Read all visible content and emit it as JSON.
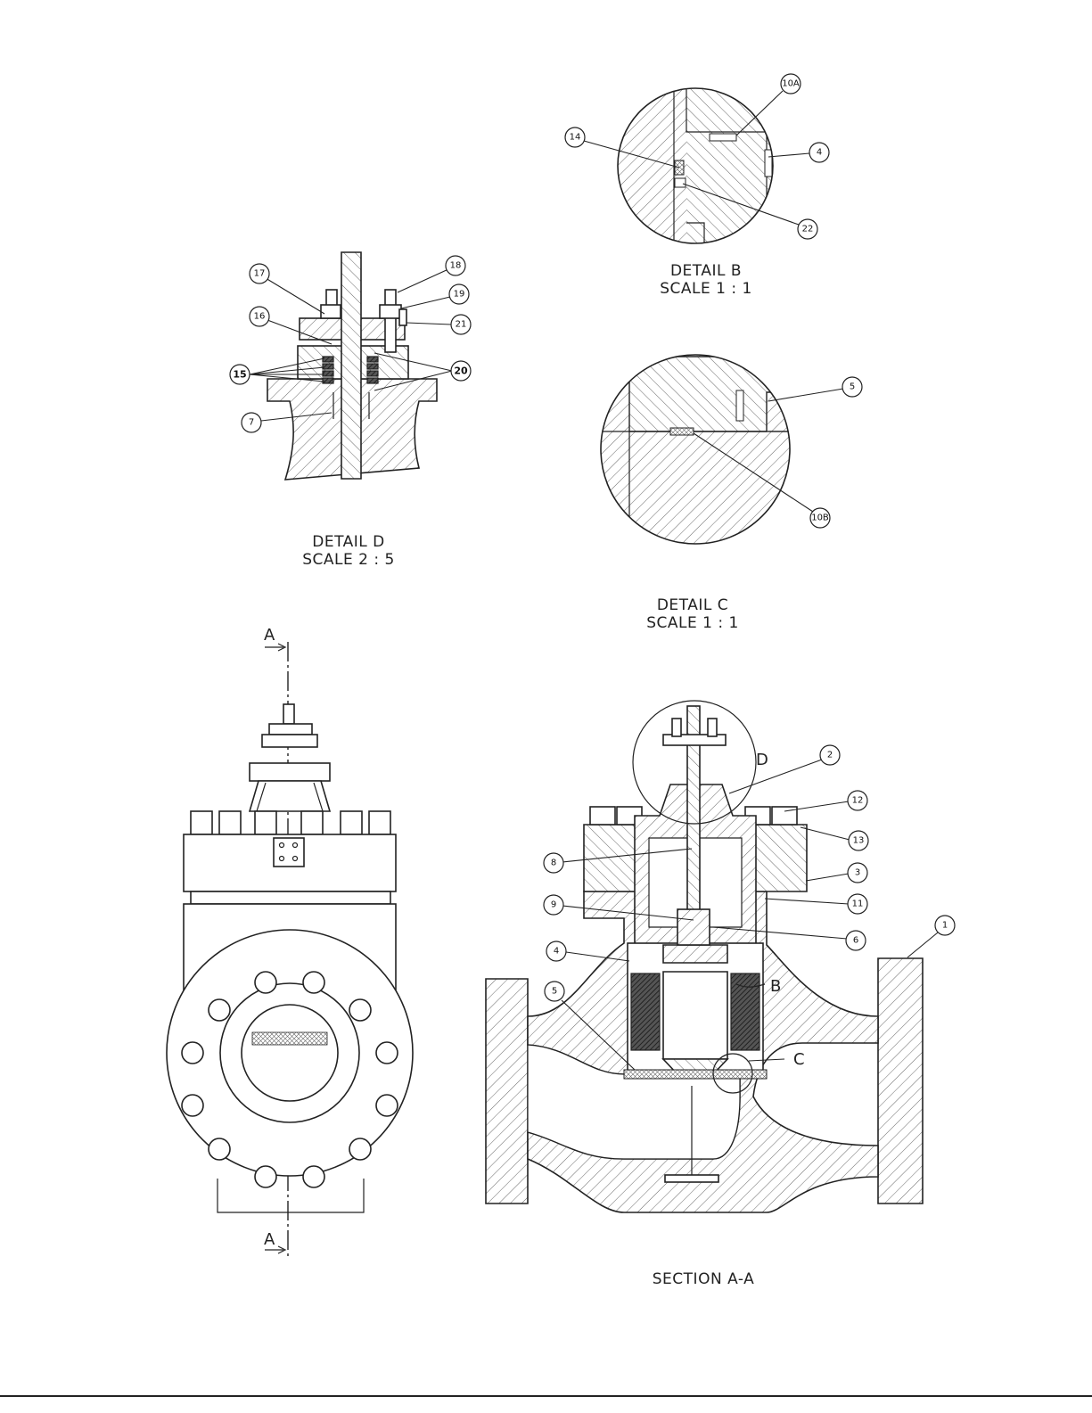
{
  "captions": {
    "detail_b": [
      "DETAIL B",
      "SCALE 1 : 1"
    ],
    "detail_c": [
      "DETAIL C",
      "SCALE 1 : 1"
    ],
    "detail_d": [
      "DETAIL D",
      "SCALE 2 : 5"
    ],
    "section": "SECTION A-A"
  },
  "section_markers": {
    "top": "A",
    "bottom": "A"
  },
  "detail_markers": {
    "b": "B",
    "c": "C",
    "d": "D"
  },
  "balloons": {
    "d_17": "17",
    "d_18": "18",
    "d_19": "19",
    "d_21": "21",
    "d_16": "16",
    "d_15": "15",
    "d_20": "20",
    "d_7": "7",
    "b_10a": "10A",
    "b_14": "14",
    "b_4": "4",
    "b_22": "22",
    "c_5": "5",
    "c_10b": "10B",
    "s_2": "2",
    "s_12": "12",
    "s_13": "13",
    "s_3": "3",
    "s_8": "8",
    "s_11": "11",
    "s_9": "9",
    "s_6": "6",
    "s_1": "1",
    "s_4": "4",
    "s_5": "5"
  }
}
